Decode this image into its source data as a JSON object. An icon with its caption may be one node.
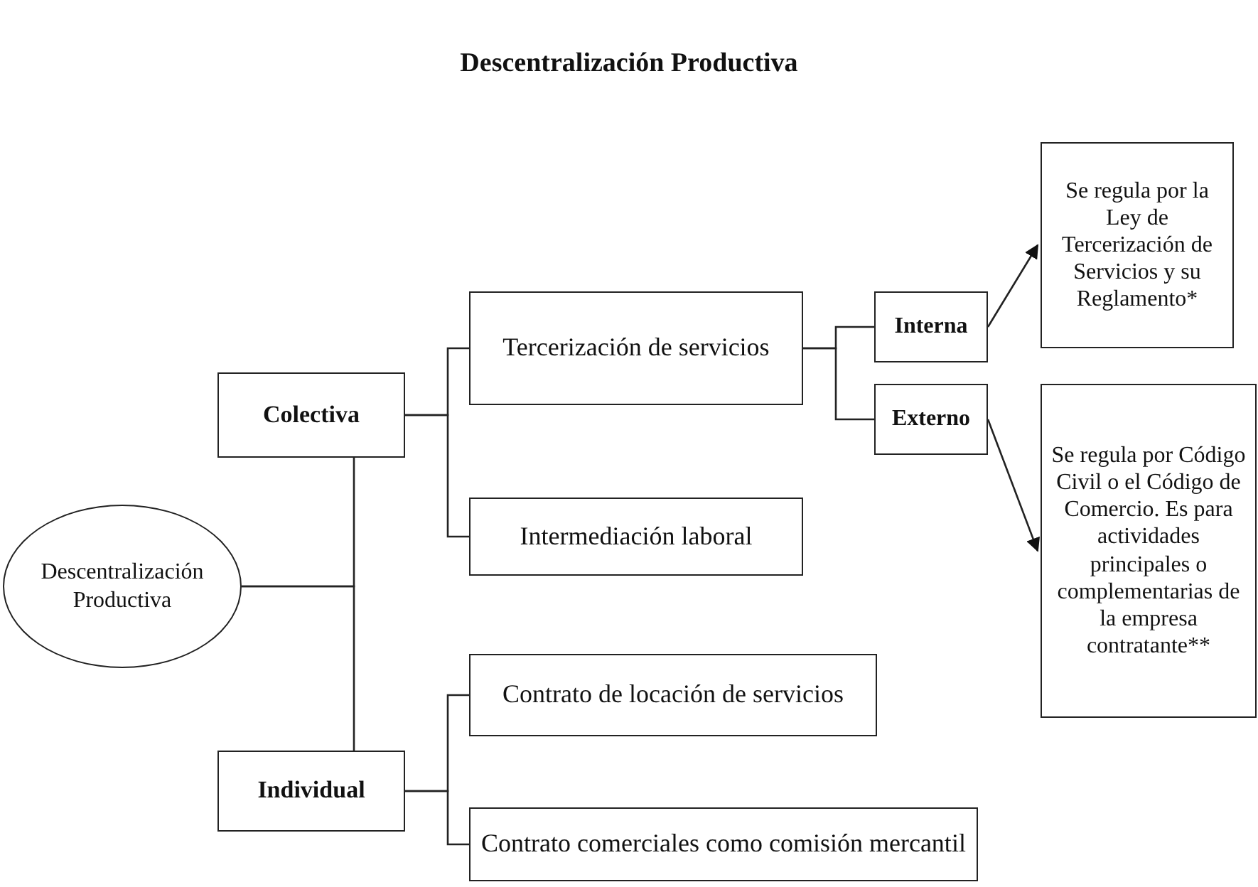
{
  "diagram": {
    "title": "Descentralización Productiva",
    "nodes": [
      {
        "text": [
          "Descentralización Productiva"
        ]
      },
      {
        "text": [
          "Colectiva"
        ]
      },
      {
        "text": [
          "Tercerización de servicios"
        ]
      },
      {
        "text": [
          "Interna"
        ]
      },
      {
        "text": [
          "Se regula por la Ley de Tercerización de Servicios y su Reglamento*"
        ]
      },
      {
        "text": [
          "Externo"
        ]
      },
      {
        "text": [
          "Se regula por Código Civil o el Código de Comercio. Es para actividades principales o complementarias de la empresa contratante**"
        ]
      },
      {
        "text": [
          "Intermediación laboral"
        ]
      },
      {
        "text": [
          "Individual"
        ]
      },
      {
        "text": [
          "Contrato de locación de servicios"
        ]
      },
      {
        "text": [
          "Contrato comerciales como comisión mercantil"
        ]
      }
    ],
    "edges": [
      {
        "from": 0,
        "to": 1,
        "arrow": "none"
      },
      {
        "from": 0,
        "to": 8,
        "arrow": "none"
      },
      {
        "from": 1,
        "to": 2,
        "arrow": "none"
      },
      {
        "from": 1,
        "to": 7,
        "arrow": "none"
      },
      {
        "from": 2,
        "to": 3,
        "arrow": "none"
      },
      {
        "from": 2,
        "to": 5,
        "arrow": "none"
      },
      {
        "from": 3,
        "to": 4,
        "arrow": "to"
      },
      {
        "from": 5,
        "to": 6,
        "arrow": "to"
      },
      {
        "from": 8,
        "to": 9,
        "arrow": "none"
      },
      {
        "from": 8,
        "to": 10,
        "arrow": "none"
      }
    ]
  }
}
